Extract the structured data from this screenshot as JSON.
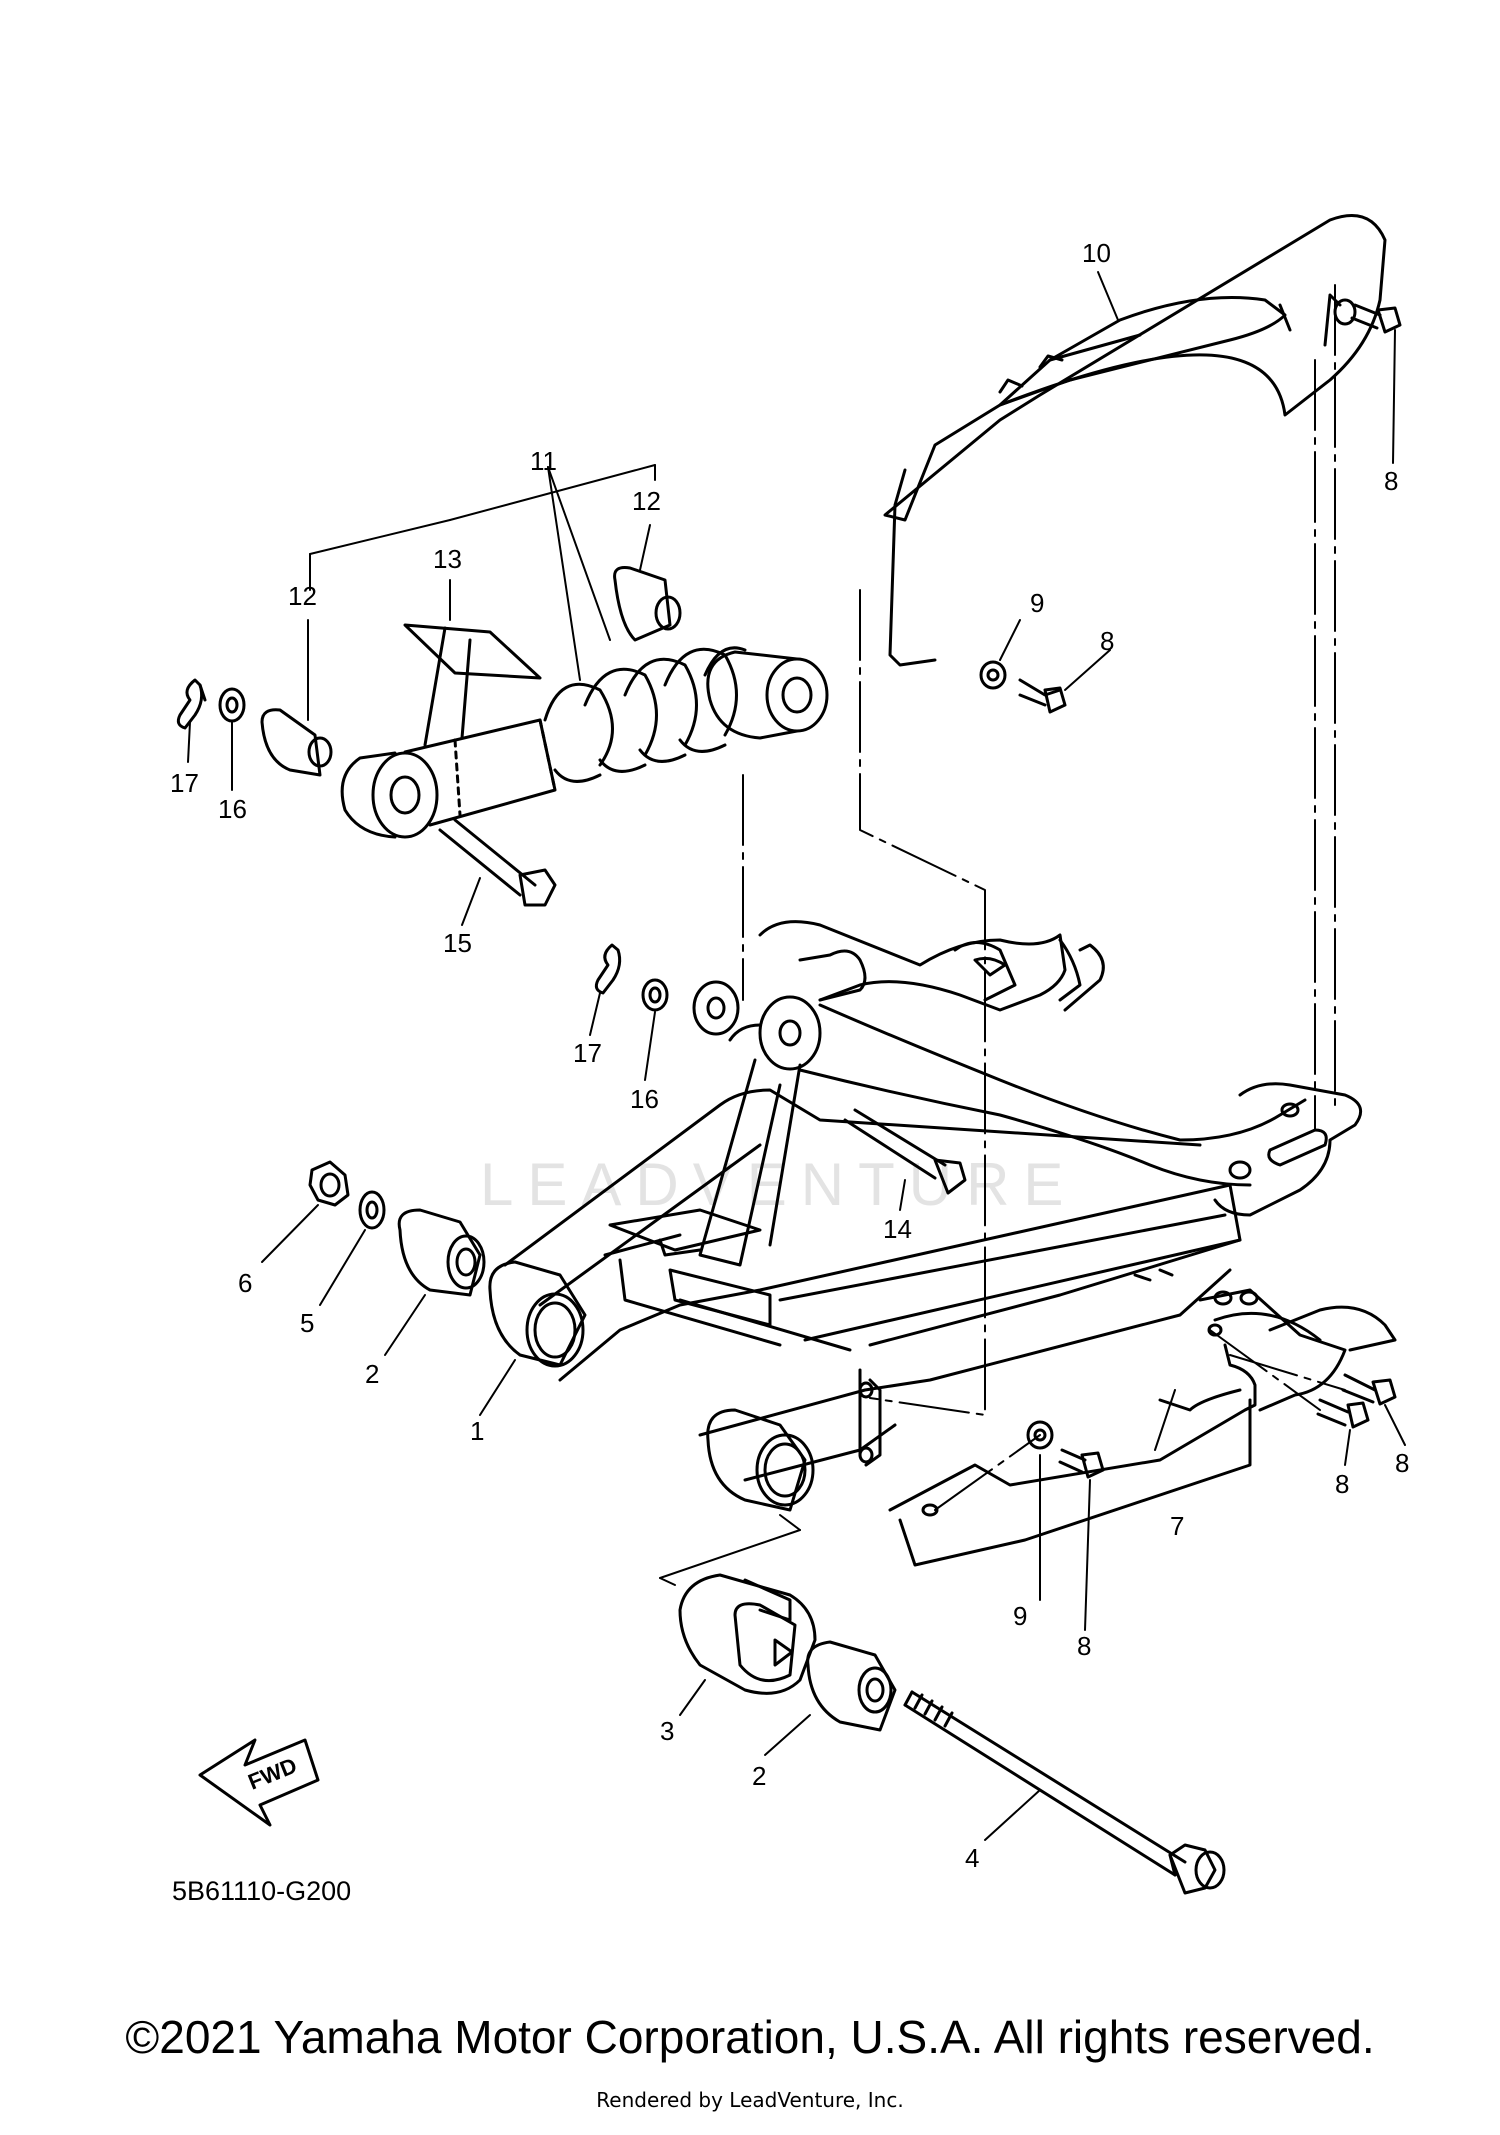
{
  "diagram": {
    "code": "5B61110-G200",
    "watermark": "LEADVENTURE",
    "fwd_label": "FWD",
    "callouts": {
      "c1": "1",
      "c2a": "2",
      "c2b": "2",
      "c3": "3",
      "c4": "4",
      "c5": "5",
      "c6": "6",
      "c7": "7",
      "c8a": "8",
      "c8b": "8",
      "c8c": "8",
      "c8d": "8",
      "c8e": "8",
      "c9a": "9",
      "c9b": "9",
      "c10": "10",
      "c11": "11",
      "c12a": "12",
      "c12b": "12",
      "c13": "13",
      "c14": "14",
      "c15": "15",
      "c16a": "16",
      "c16b": "16",
      "c17a": "17",
      "c17b": "17"
    }
  },
  "footer": {
    "copyright": "©2021 Yamaha Motor Corporation, U.S.A. All rights reserved.",
    "rendered_by": "Rendered by LeadVenture, Inc."
  }
}
